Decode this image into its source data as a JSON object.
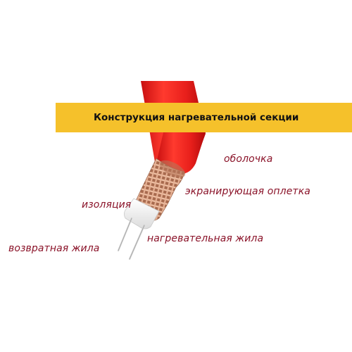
{
  "banner": {
    "title": "Конструкция нагревательной секции",
    "color": "#f5c12b"
  },
  "labels": {
    "sheath": "оболочка",
    "braid": "экранирующая оплетка",
    "insulation": "изоляция",
    "heating_core": "нагревательная жила",
    "return_core": "возвратная жила",
    "color": "#8a1228"
  },
  "colors": {
    "sheath": "#e8221e",
    "braid": "#c48466",
    "insulation": "#ffffff",
    "wire": "#d0d0d0"
  }
}
